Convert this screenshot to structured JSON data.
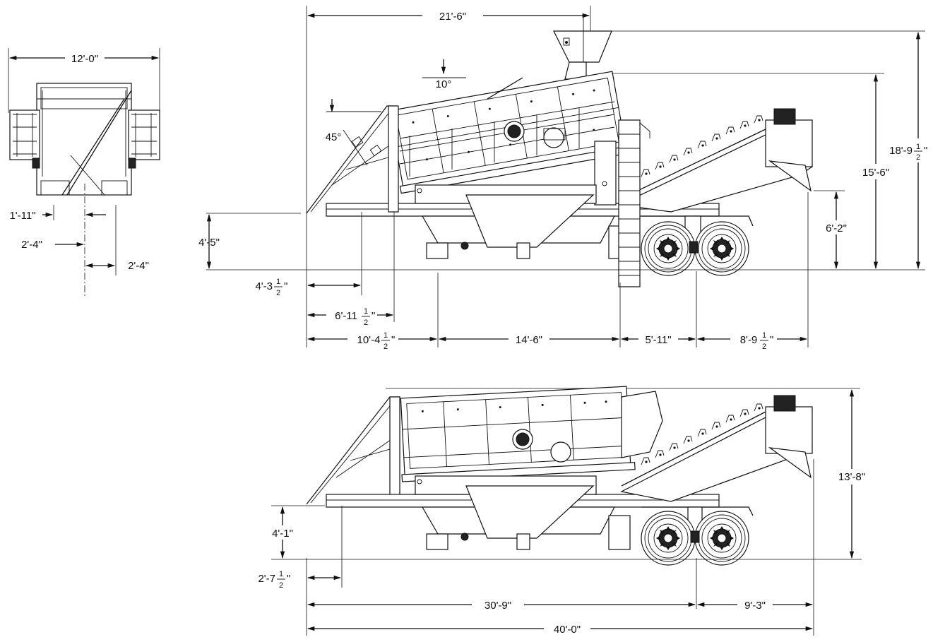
{
  "dimensions": {
    "front_width": "12'-0\"",
    "front_1_11": "1'-11\"",
    "front_2_4_a": "2'-4\"",
    "front_2_4_b": "2'-4\"",
    "overall_length_upper": "21'-6\"",
    "screen_angle": "10°",
    "chute_angle": "45°",
    "height_4_5": "4'-5\"",
    "len_4_3_whole": "4'-3",
    "len_4_3_frac": "1/2",
    "len_6_11_whole": "6'-11",
    "len_6_11_frac": "1/2",
    "len_10_4_whole": "10'-4",
    "len_10_4_frac": "1/2",
    "len_14_6": "14'-6\"",
    "len_5_11": "5'-11\"",
    "len_8_9_whole": "8'-9",
    "len_8_9_frac": "1/2",
    "height_6_2": "6'-2\"",
    "height_15_6": "15'-6\"",
    "height_18_9_whole": "18'-9",
    "height_18_9_frac": "1/2",
    "height_13_8": "13'-8\"",
    "height_4_1": "4'-1\"",
    "len_2_7_whole": "2'-7",
    "len_2_7_frac": "1/2",
    "len_30_9": "30'-9\"",
    "len_9_3": "9'-3\"",
    "len_40_0": "40'-0\""
  },
  "colors": {
    "line": "#111111",
    "background": "#ffffff"
  }
}
